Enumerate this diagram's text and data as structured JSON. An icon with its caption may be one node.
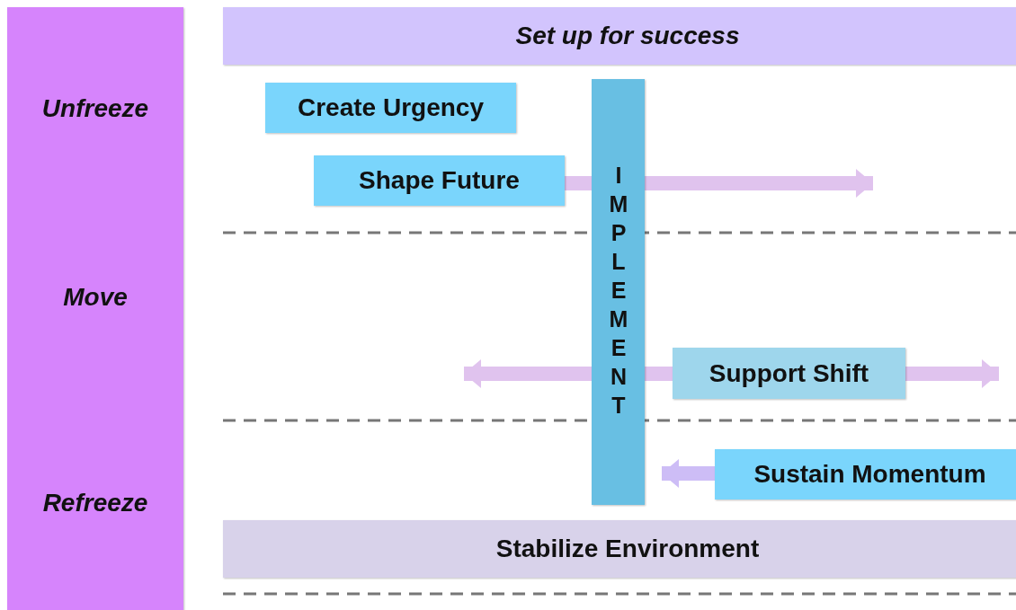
{
  "diagram": {
    "nodes": [
      {
        "text": [
          "Unfreeze",
          "Move",
          "Refreeze"
        ]
      },
      {
        "text": [
          "Set up for success"
        ]
      },
      {
        "text": [
          "Create Urgency"
        ]
      },
      {
        "text": [
          "Shape Future"
        ]
      },
      {
        "text": [
          "IMPLEMENT"
        ]
      },
      {
        "text": [
          "Support Shift"
        ]
      },
      {
        "text": [
          "Sustain Momentum"
        ]
      },
      {
        "text": [
          "Stabilize Environment"
        ]
      }
    ],
    "edges": [
      {
        "from": 3,
        "to": null,
        "arrow": "to"
      },
      {
        "from": 5,
        "to": null,
        "arrow": "to"
      },
      {
        "from": 5,
        "to": null,
        "arrow": "to"
      },
      {
        "from": 6,
        "to": 4,
        "arrow": "to",
        "color": "#cdbdf6"
      }
    ]
  }
}
